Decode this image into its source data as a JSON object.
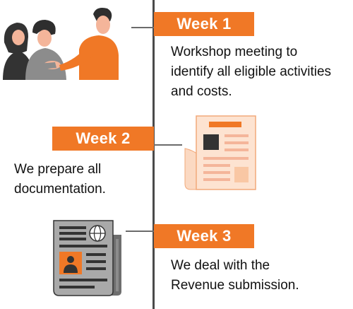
{
  "timeline": [
    {
      "label": "Week 1",
      "description_lines": [
        "Workshop meeting to",
        "identify all eligible activities",
        "and costs."
      ],
      "illustration": "people-meeting-icon"
    },
    {
      "label": "Week 2",
      "description_lines": [
        "We prepare all",
        "documentation."
      ],
      "illustration": "document-icon"
    },
    {
      "label": "Week 3",
      "description_lines": [
        "We deal with the",
        "Revenue submission."
      ],
      "illustration": "newspaper-icon"
    }
  ],
  "colors": {
    "accent": "#f07826",
    "light_accent": "#fde3d1",
    "line": "#4a4a4a",
    "dark": "#333333",
    "grey": "#8c8c8c"
  }
}
